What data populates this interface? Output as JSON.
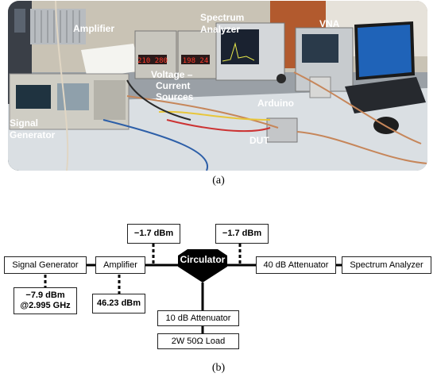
{
  "photo": {
    "labels": {
      "amplifier": "Amplifier",
      "spectrum_analyzer": "Spectrum\nAnalyzer",
      "vna": "VNA",
      "voltage_current": "Voltage –\nCurrent\nSources",
      "signal_generator": "Signal\nGenerator",
      "arduino": "Arduino",
      "dut": "DUT"
    },
    "display_left": "210 280",
    "display_right": "198 24"
  },
  "captions": {
    "a": "(a)",
    "b": "(b)"
  },
  "diagram": {
    "signal_generator": "Signal Generator",
    "amplifier": "Amplifier",
    "circulator": "Circulator",
    "attenuator_40": "40 dB Attenuator",
    "spectrum_analyzer": "Spectrum Analyzer",
    "attenuator_10": "10 dB Attenuator",
    "load": "2W 50Ω Load",
    "power_left": "−1.7 dBm",
    "power_right": "−1.7 dBm",
    "sig_gen_power": "−7.9 dBm",
    "sig_gen_freq": "@2.995 GHz",
    "amp_power": "46.23 dBm"
  },
  "colors": {
    "line": "#000000",
    "circulator": "#000000",
    "label_text": "#ffffff"
  }
}
